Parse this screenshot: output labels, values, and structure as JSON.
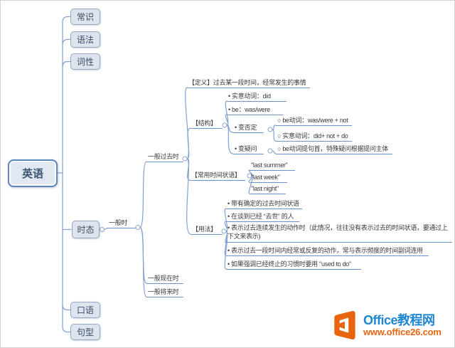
{
  "mindmap": {
    "root": "英语",
    "branches": [
      "常识",
      "语法",
      "词性",
      "时态",
      "口语",
      "句型"
    ],
    "general_tense": "一般时",
    "tense_children": [
      "一般过去时",
      "一般现在时",
      "一般将来时"
    ],
    "past": {
      "definition": "【定义】过去某一段时间，经常发生的事情",
      "structure": {
        "label": "【结构】",
        "items": [
          "• 实意动词：did",
          "• be：was/were",
          "• 变否定",
          "• 变疑问"
        ],
        "negative_subs": [
          "○ be动词：was/were + not",
          "○ 实意动词：did+ not + do"
        ],
        "question_subs": [
          "○ be动词提句首，特殊疑问根据提问主体"
        ]
      },
      "time_adverbials": {
        "label": "【常用时间状语】",
        "items": [
          "\"last summer\"",
          "\"last week\"",
          "\"last night\""
        ]
      },
      "usage": {
        "label": "【用法】",
        "items": [
          "• 带有确定的过去时间状语",
          "• 在谈到已经 “去世” 的人",
          "• 表示过去连续发生的动作时（此情况，往往没有表示过去的时间状语，要通过上下文来表示)",
          "• 表示过去一段时间内经常或反复的动作，常与表示频度的时间副词连用",
          "• 如果强调已经终止的习惯时要用 \"used to do\""
        ]
      }
    }
  },
  "watermark": {
    "brand": "Office教程网",
    "url": "www.office26.com"
  },
  "colors": {
    "line": "#82a1d1",
    "underline": "#6f94cb",
    "box_fill": "#dde4ee",
    "box_border": "#94a8c6",
    "root_border": "#5e87bd",
    "brand_blue": "#1f86d0",
    "brand_orange": "#e8650f"
  }
}
